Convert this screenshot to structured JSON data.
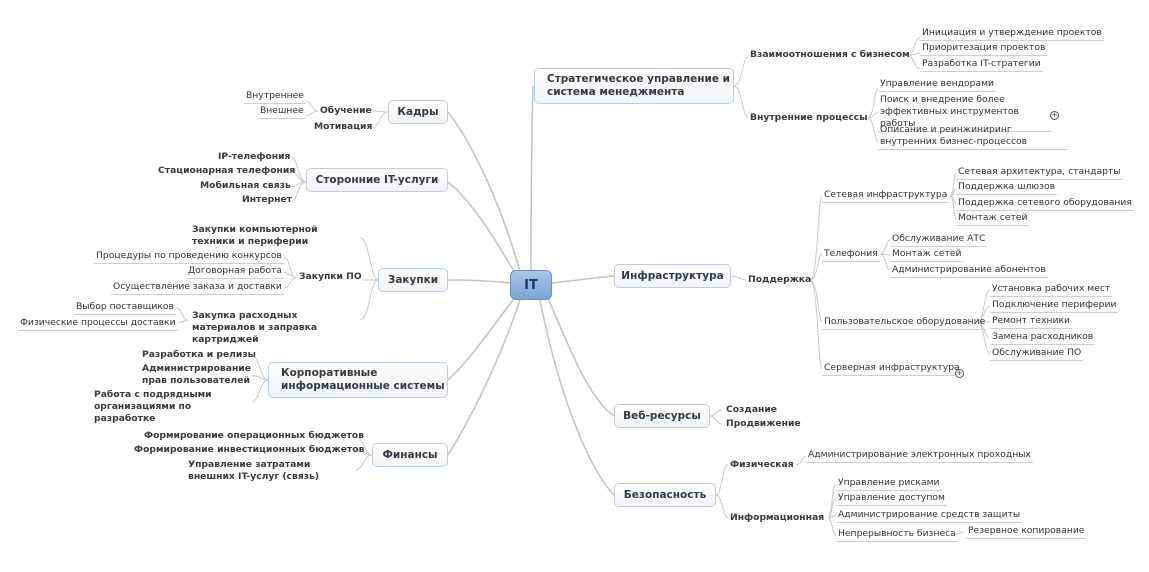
{
  "center": "IT",
  "topics": {
    "strategy": "Стратегическое управление и система менеджмента",
    "hr": "Кадры",
    "external": "Сторонние IT-услуги",
    "purchases": "Закупки",
    "corp": "Корпоративные информационные системы",
    "finance": "Финансы",
    "infra": "Инфраструктура",
    "web": "Веб-ресурсы",
    "security": "Безопасность"
  },
  "strategy": {
    "business": "Взаимоотношения с бизнесом",
    "business_items": [
      "Инициация и утверждение проектов",
      "Приоритезация проектов",
      "Разработка IT-стратегии"
    ],
    "internal": "Внутренние процессы",
    "internal_items": [
      "Управление вендорами",
      "Поиск и внедрение более эффективных инструментов работы",
      "Описание и реинжиниринг внутренних бизнес-процессов"
    ]
  },
  "hr": {
    "training": "Обучение",
    "training_items": [
      "Внутреннее",
      "Внешнее"
    ],
    "motivation": "Мотивация"
  },
  "external": {
    "items": [
      "IP-телефония",
      "Стационарная телефония",
      "Мобильная связь",
      "Интернет"
    ]
  },
  "purchases": {
    "hardware": "Закупки компьютерной техники и периферии",
    "software": "Закупки ПО",
    "software_items": [
      "Процедуры по проведению конкурсов",
      "Договорная работа",
      "Осуществление заказа и доставки"
    ],
    "consumables": "Закупка расходных материалов и заправка картриджей",
    "consumables_items": [
      "Выбор поставщиков",
      "Физические процессы доставки"
    ]
  },
  "corp": {
    "items": [
      "Разработка и релизы",
      "Администрирование прав пользователей",
      "Работа с подрядными организациями по разработке"
    ]
  },
  "finance": {
    "items": [
      "Формирование операционных бюджетов",
      "Формирование инвестиционных бюджетов",
      "Управление затратами внешних IT-услуг (связь)"
    ]
  },
  "infra": {
    "support": "Поддержка",
    "network": "Сетевая инфраструктура",
    "network_items": [
      "Сетевая архитектура, стандарты",
      "Поддержка шлюзов",
      "Поддержка сетевого оборудования",
      "Монтаж сетей"
    ],
    "telephony": "Телефония",
    "telephony_items": [
      "Обслуживание АТС",
      "Монтаж сетей",
      "Администрирование абонентов"
    ],
    "user_equipment": "Пользовательское оборудование",
    "user_equipment_items": [
      "Установка рабочих мест",
      "Подключение периферии",
      "Ремонт техники",
      "Замена расходников",
      "Обслуживание ПО"
    ],
    "server": "Серверная инфраструктура"
  },
  "web": {
    "items": [
      "Создание",
      "Продвижение"
    ]
  },
  "security": {
    "physical": "Физическая",
    "physical_items": [
      "Администрирование электронных проходных"
    ],
    "info": "Информационная",
    "info_items": [
      "Управление рисками",
      "Управление доступом",
      "Администрирование средств защиты",
      "Непрерывность бизнеса"
    ],
    "backup": "Резервное копирование"
  },
  "colors": {
    "line": "#c4c4c4",
    "center_fill": "#8fb1df",
    "topic_border": "#b9cfe0"
  }
}
